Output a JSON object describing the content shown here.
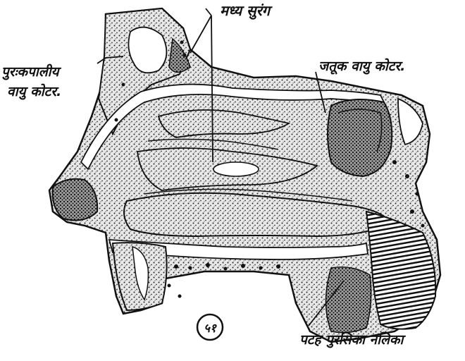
{
  "labels": {
    "middle_meatus": "मध्य सुरंग",
    "frontal_sinus_line1": "पुरःकपालीय",
    "frontal_sinus_line2": "वायु कोटर.",
    "sphenoid_sinus": "जतूक वायु कोटर.",
    "pharyngeal_tube": "पटह पुरसिका नलिका"
  },
  "figure_number": "५१"
}
